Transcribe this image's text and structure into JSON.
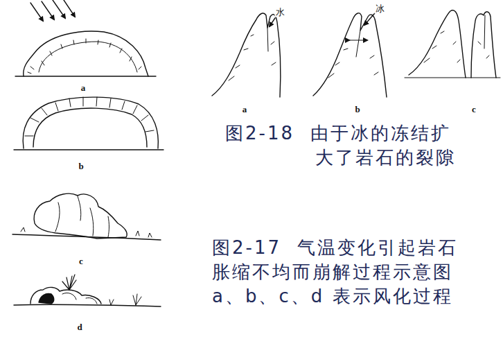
{
  "diagram": {
    "labels": [
      "水",
      "冰",
      "a",
      "b",
      "c",
      "图2-18  由于冰的冻结扩大了岩石的裂隙",
      "a",
      "b",
      "c",
      "d",
      "图2-17  气温变化引起岩石胀缩不均而崩解过程示意图",
      "a、b、c、d 表示风化过程"
    ]
  }
}
